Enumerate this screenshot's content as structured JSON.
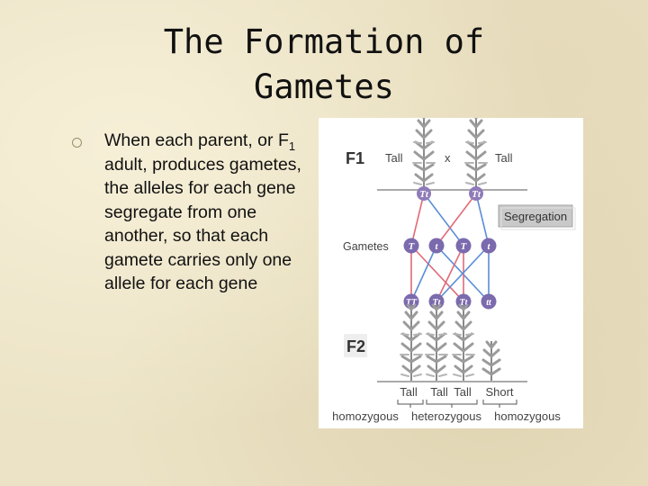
{
  "slide": {
    "title_line1": "The Formation of",
    "title_line2": "Gametes",
    "bullet": {
      "pre": "When each parent, or F",
      "sub": "1",
      "post": " adult, produces gametes, the alleles for each gene segregate from one another, so that each gamete carries only one allele for each gene"
    }
  },
  "figure": {
    "f1_label": "F1",
    "f2_label": "F2",
    "parent_left": "Tall",
    "cross_symbol": "x",
    "parent_right": "Tall",
    "parent_genotypes": [
      "Tt",
      "Tt"
    ],
    "segregation_label": "Segregation",
    "gametes_label": "Gametes",
    "gametes": [
      "T",
      "t",
      "T",
      "t"
    ],
    "offspring_genotypes": [
      "TT",
      "Tt",
      "Tt",
      "tt"
    ],
    "offspring_phenotypes": [
      "Tall",
      "Tall",
      "Tall",
      "Short"
    ],
    "bottom_labels": [
      "homozygous",
      "heterozygous",
      "homozygous"
    ],
    "colors": {
      "parent_circle": "#8f7bb8",
      "gamete_circle": "#7b6aad",
      "red_line": "#e06a78",
      "blue_line": "#5a8ed6",
      "segregation_box": "#c9c9c9"
    }
  }
}
